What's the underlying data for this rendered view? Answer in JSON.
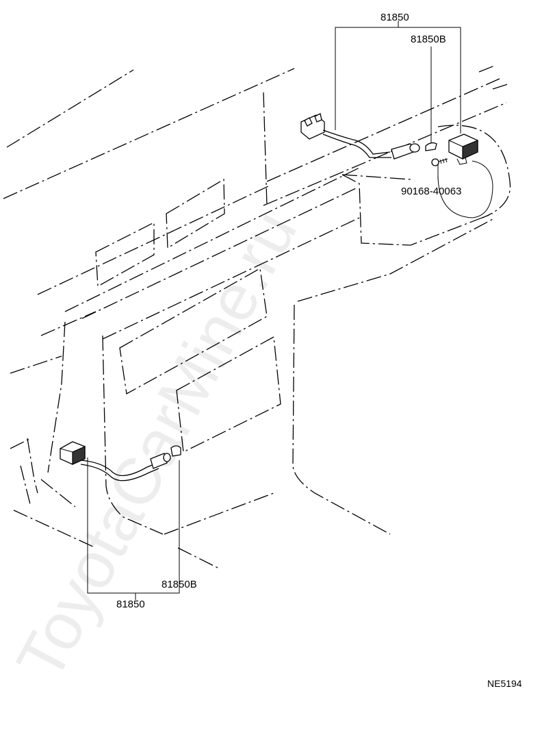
{
  "labels": {
    "top_assembly": "81850",
    "top_socket": "81850B",
    "screw": "90168-40063",
    "bottom_socket": "81850B",
    "bottom_assembly": "81850"
  },
  "figure_code": "NE5194",
  "watermark": "ToyotaCarMine.ru"
}
